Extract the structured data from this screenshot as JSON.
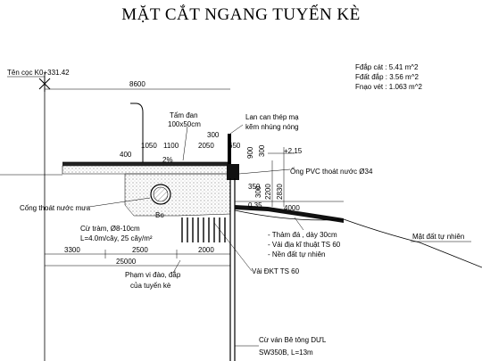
{
  "title": "MẶT CẮT NGANG TUYẾN KÈ",
  "stats": {
    "fdap_cat": "Fđắp cát : 5.41 m^2",
    "fdat_dap": "Fđất đắp : 3.56 m^2",
    "fnao_vet": "Fnạo vét : 1.063 m^2"
  },
  "labels": {
    "station": "Tên cọc K0+331.42",
    "tam_dan_1": "Tấm đan",
    "tam_dan_2": "100x50cm",
    "lan_can_1": "Lan can thép mạ",
    "lan_can_2": "kẽm nhúng nóng",
    "ong_pvc": "Ống PVC thoát nước Ø34",
    "cong_thoat": "Cống thoát nước mưa",
    "cu_tram_1": "Cừ tràm, Ø8-10cm",
    "cu_tram_2": "L=4.0m/cây, 25 cây/m²",
    "tham_da": "- Thảm đá , dày 30cm",
    "vai_dia": "- Vải địa kĩ thuật TS 60",
    "nen_dat": "- Nền đất tự nhiên",
    "mat_dat": "Mặt đất tự nhiên",
    "pham_vi_1": "Phạm vi đào, đắp",
    "pham_vi_2": "của tuyến kè",
    "vai_dkt": "Vải ĐKT TS 60",
    "cu_van_1": "Cừ ván Bê tông  DƯL",
    "cu_van_2": "SW350B, L=13m",
    "slope": "2%",
    "bo": "Bo",
    "elev": "+2.15"
  },
  "dims": {
    "d8600": "8600",
    "d300": "300",
    "d1050": "1050",
    "d1100": "1100",
    "d2050": "2050",
    "d650": "650",
    "d400": "400",
    "d900": "900",
    "d300v": "300",
    "d350": "350",
    "d300b": "300",
    "d2200": "2200",
    "d2830": "2830",
    "d4000": "4000",
    "d3300": "3300",
    "d2500": "2500",
    "d2000": "2000",
    "d25000": "25000",
    "d035": "0.35"
  },
  "colors": {
    "line": "#000000",
    "hatch": "#555555"
  }
}
